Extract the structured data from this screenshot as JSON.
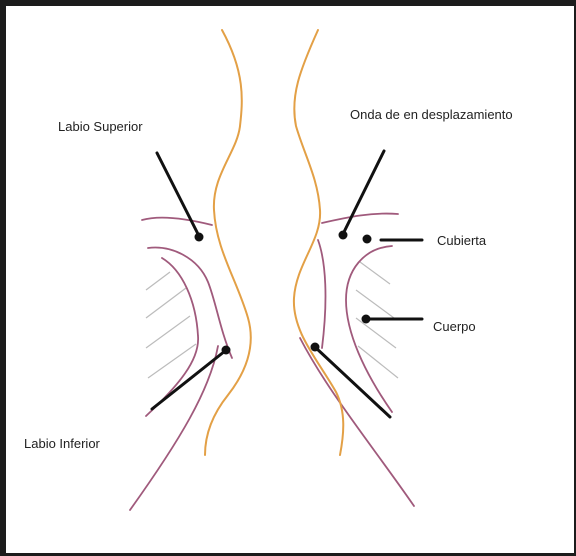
{
  "labels": {
    "upper_lip": "Labio Superior",
    "wave": "Onda de en desplazamiento",
    "cover": "Cubierta",
    "body": "Cuerpo",
    "lower_lip": "Labio Inferior"
  },
  "colors": {
    "frame": "#1c1c1c",
    "cover_line": "#e3a046",
    "body_line": "#a05a7c",
    "hatch": "#bcbcbc",
    "pointer": "#111111"
  }
}
